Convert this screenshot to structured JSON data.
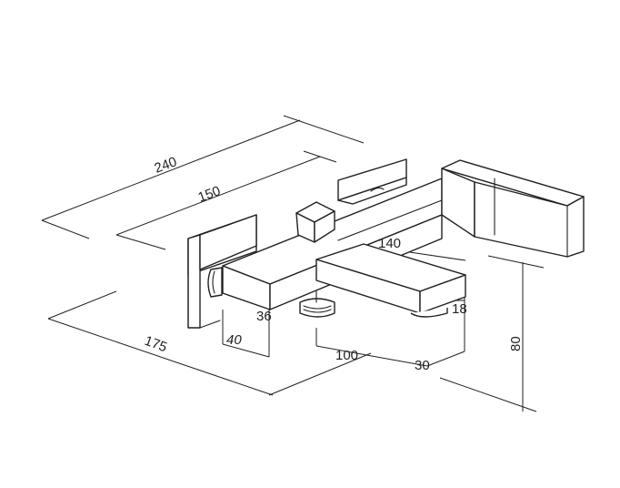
{
  "drawing": {
    "subject": "wall-mounted bath mixer faucet",
    "dimensions": {
      "d240": "240",
      "d150": "150",
      "d140": "140",
      "d175": "175",
      "d100": "100",
      "d80": "80",
      "d40": "40",
      "d36": "36",
      "d30": "30",
      "d18": "18"
    },
    "line_color": "#231f20"
  }
}
